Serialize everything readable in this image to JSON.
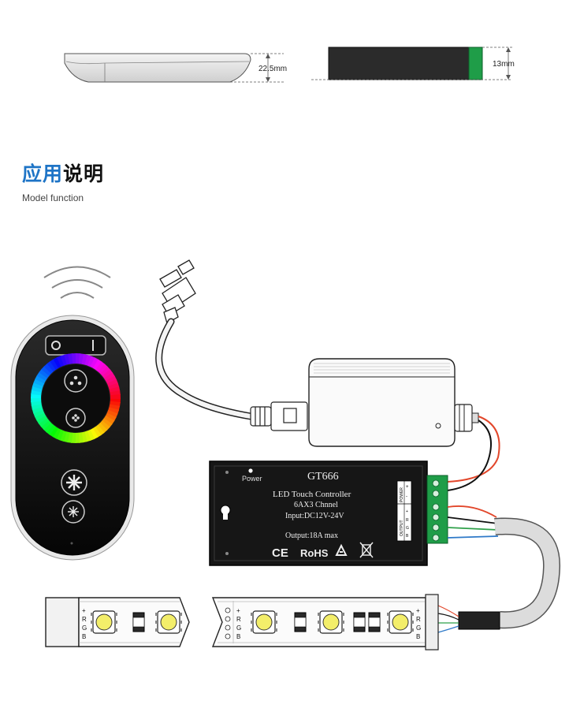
{
  "dimensions": {
    "remote_thickness": "22.5mm",
    "controller_height": "13mm"
  },
  "section": {
    "title_accent": "应用",
    "title_rest": "说明",
    "subtitle": "Model function"
  },
  "controller": {
    "power_label": "Power",
    "model": "GT666",
    "line1": "LED Touch Controller",
    "line2": "6AX3 Chnnel",
    "line3": "Input:DC12V-24V",
    "line4": "Output:18A max",
    "ce_mark": "CE",
    "rohs_mark": "RoHS",
    "side_label_power": "POWER",
    "side_label_output": "OUTPUT",
    "terminal_plus": "+",
    "terminal_minus": "-",
    "terminal_r": "R",
    "terminal_g": "G",
    "terminal_b": "B"
  },
  "strip": {
    "pin_plus": "+",
    "pin_r": "R",
    "pin_g": "G",
    "pin_b": "B"
  },
  "colors": {
    "accent_blue": "#1e74c6",
    "wire_red": "#e2472b",
    "wire_green": "#2fa04a",
    "wire_blue": "#2e79c8",
    "wire_black": "#111111",
    "terminal_green": "#1f9d48",
    "led_yellow": "#f3ee6a"
  },
  "icons": [
    "wifi-signal-icon",
    "power-toggle-icon",
    "brightness-icon",
    "recycle-icon",
    "crossed-bin-icon"
  ]
}
